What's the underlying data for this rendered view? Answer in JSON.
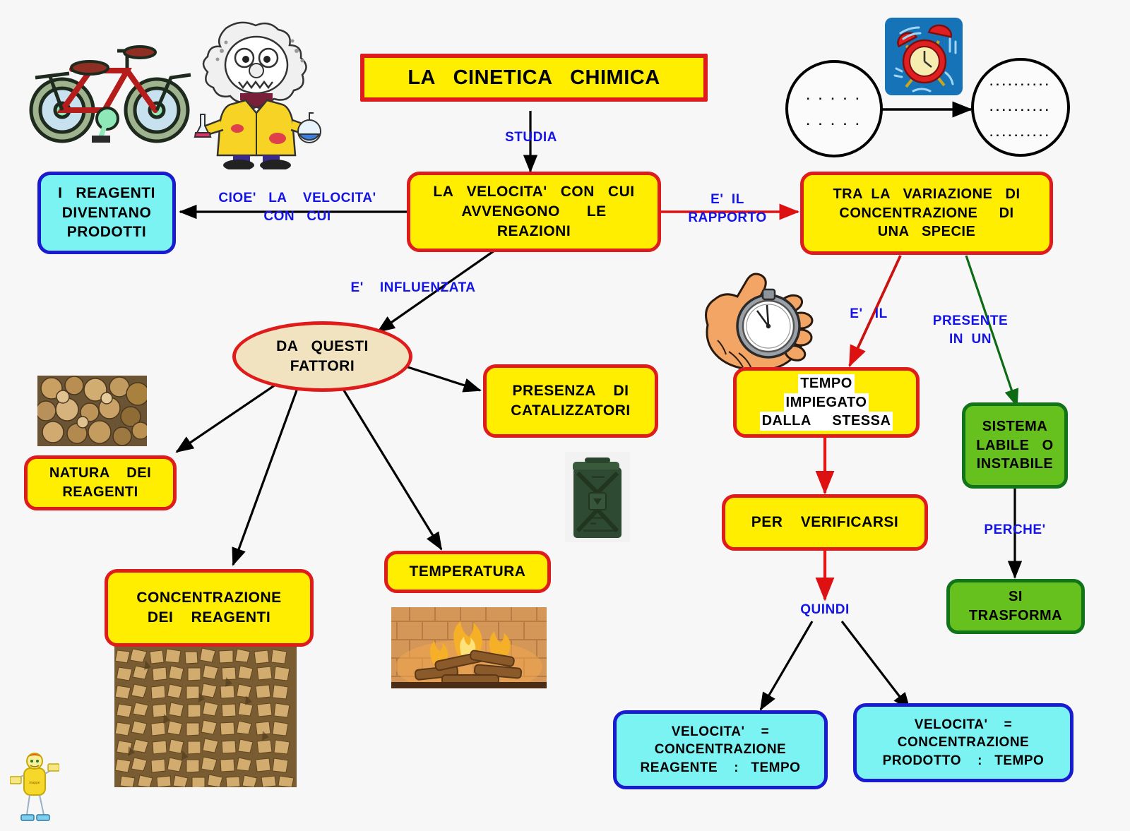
{
  "title": {
    "text": "LA   CINETICA   CHIMICA"
  },
  "nodes": {
    "velocita_reazioni": {
      "lines": [
        "LA   VELOCITA'   CON   CUI",
        "AVVENGONO      LE",
        "REAZIONI"
      ]
    },
    "reagenti_prodotti": {
      "lines": [
        "I   REAGENTI",
        "DIVENTANO",
        "PRODOTTI"
      ]
    },
    "variazione_concentrazione": {
      "lines": [
        "TRA  LA   VARIAZIONE   DI",
        "CONCENTRAZIONE     DI",
        "UNA   SPECIE"
      ]
    },
    "fattori": {
      "lines": [
        "DA   QUESTI",
        "FATTORI"
      ]
    },
    "catalizzatori": {
      "lines": [
        "PRESENZA    DI",
        "CATALIZZATORI"
      ]
    },
    "natura_reagenti": {
      "lines": [
        "NATURA    DEI",
        "REAGENTI"
      ]
    },
    "concentrazione_reagenti": {
      "lines": [
        "CONCENTRAZIONE",
        "DEI    REAGENTI"
      ]
    },
    "temperatura": {
      "lines": [
        "TEMPERATURA"
      ]
    },
    "tempo_impiegato": {
      "lines": [
        "TEMPO",
        "IMPIEGATO",
        "DALLA     STESSA"
      ]
    },
    "per_verificarsi": {
      "lines": [
        "PER    VERIFICARSI"
      ]
    },
    "sistema_labile": {
      "lines": [
        "SISTEMA",
        "LABILE   O",
        "INSTABILE"
      ]
    },
    "si_trasforma": {
      "lines": [
        "SI",
        "TRASFORMA"
      ]
    },
    "velocita_reagente": {
      "lines": [
        "VELOCITA'    =",
        "CONCENTRAZIONE",
        "REAGENTE    :   TEMPO"
      ]
    },
    "velocita_prodotto": {
      "lines": [
        "VELOCITA'    =",
        "CONCENTRAZIONE",
        "PRODOTTO    :   TEMPO"
      ]
    }
  },
  "connector_labels": {
    "studia": "STUDIA",
    "cioe_la_velocita": "CIOE'   LA    VELOCITA'\nCON   CUI",
    "e_il_rapporto": "E'  IL\nRAPPORTO",
    "e_influenzata": "E'    INFLUENZATA",
    "e_il": "E'   IL",
    "presente_in_un": "PRESENTE\nIN  UN",
    "perche": "PERCHE'",
    "quindi": "QUINDI"
  },
  "circles": {
    "left_dots": [
      ". . . . .",
      ". . . . ."
    ],
    "right_dots": [
      "..........",
      "..........",
      ".........."
    ]
  },
  "icons": {
    "bicycle": "bicycle-icon",
    "scientist": "scientist-icon",
    "alarm_clock": "alarm-clock-icon",
    "stopwatch": "stopwatch-hand-icon",
    "logs": "log-pile-photo",
    "wood_chips": "chopped-wood-photo",
    "jerry_can": "jerry-can-photo",
    "fireplace": "fireplace-fire-photo",
    "mascot": "mascot-figure-icon"
  },
  "colors": {
    "yellow_fill": "#ffee00",
    "red_border": "#e01b1b",
    "cyan_fill": "#7cf3f3",
    "blue_border": "#1a1ad0",
    "green_fill": "#66c01e",
    "green_border": "#11731a",
    "ellipse_fill": "#f2e3c0",
    "label_blue": "#1414e6",
    "background": "#f7f7f7"
  }
}
